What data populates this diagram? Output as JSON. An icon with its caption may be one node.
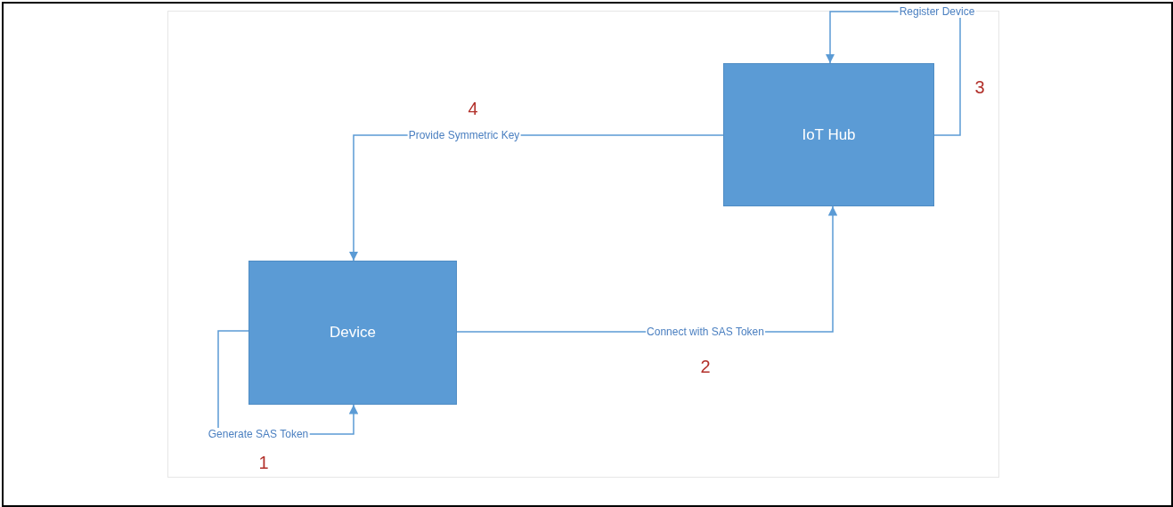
{
  "diagram": {
    "nodes": [
      {
        "text": [
          "Device"
        ]
      },
      {
        "text": [
          "IoT Hub"
        ]
      }
    ],
    "edges": [
      {
        "from": 0,
        "to": 0,
        "arrow": "to",
        "label": "Generate SAS Token"
      },
      {
        "from": 0,
        "to": 1,
        "arrow": "to",
        "label": "Connect with SAS Token"
      },
      {
        "from": 1,
        "to": 1,
        "arrow": "to",
        "label": "Register Device"
      },
      {
        "from": 1,
        "to": 0,
        "arrow": "to",
        "label": "Provide Symmetric Key"
      }
    ],
    "labels": [
      "3",
      "4",
      "2",
      "1"
    ]
  }
}
